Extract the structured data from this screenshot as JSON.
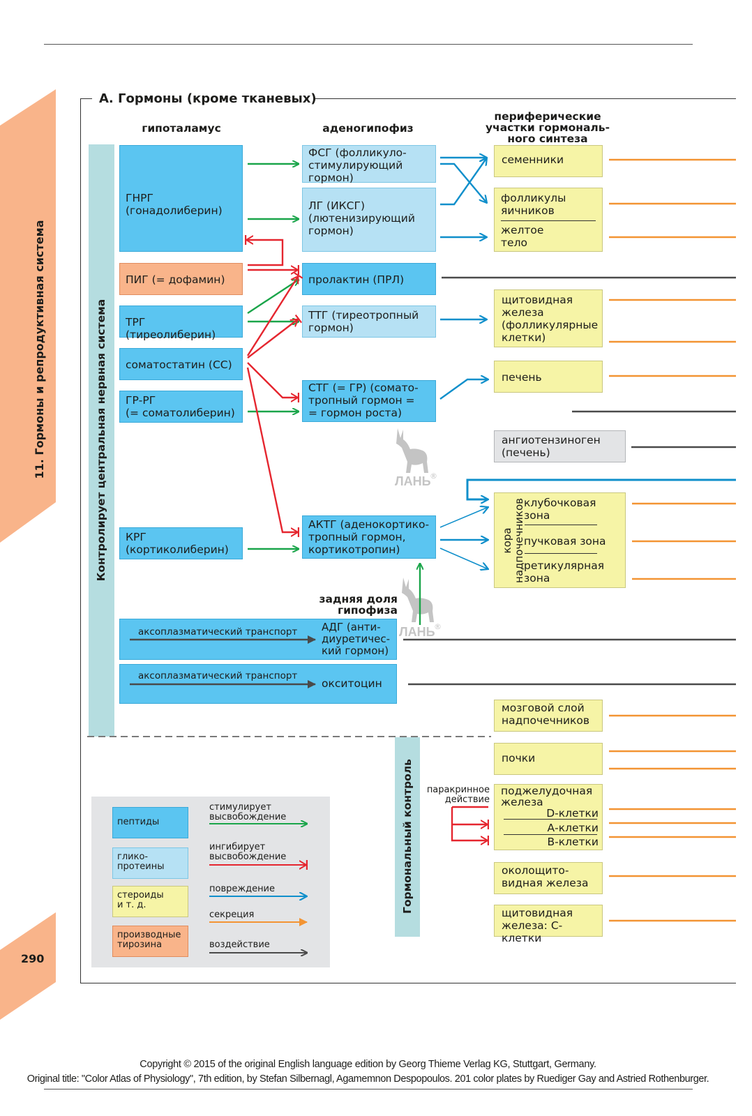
{
  "section_title": "А. Гормоны (кроме тканевых)",
  "chapter_tab": "11. Гормоны и репродуктивная система",
  "page_number": "290",
  "headers": {
    "hypothalamus": "гипоталамус",
    "adenohypophysis": "аденогипофиз",
    "peripheral": "периферические\nучастки гормональ-\nного синтеза",
    "posterior_lobe": "задняя доля\nгипофиза"
  },
  "cns_label": "Контролирует центральная нервная система",
  "hormonal_label": "Гормональный контроль",
  "hypothalamus": {
    "gnrg": "ГНРГ\n(гонадолиберин)",
    "pig": "ПИГ (= дофамин)",
    "trg": "ТРГ (тиреолиберин)",
    "ss": "соматостатин (СС)",
    "grrg": "ГР-РГ\n(= соматолиберин)",
    "krg": "КРГ\n(кортиколиберин)"
  },
  "pituitary": {
    "fsh": "ФСГ (фолликуло-\nстимулирующий\nгормон)",
    "lh": "ЛГ (ИКСГ)\n(лютенизирующий\nгормон)",
    "prl": "пролактин (ПРЛ)",
    "tsh": "ТТГ (тиреотропный\nгормон)",
    "stg": "СТГ (= ГР) (сомато-\nтропный гормон =\n= гормон роста)",
    "acth": "АКТГ (аденокортико-\nтропный гормон,\nкортикотропин)"
  },
  "posterior": {
    "transport1": "аксоплазматический транспорт",
    "adh": "АДГ (анти-\nдиуретичес-\nкий гормон)",
    "transport2": "аксоплазматический транспорт",
    "oxytocin": "окситоцин"
  },
  "peripheral": {
    "testes": "семенники",
    "follicles": "фолликулы\nяичников",
    "corpus_luteum": "желтое\nтело",
    "thyroid_follicular": "щитовидная\nжелеза\n(фолликулярные\nклетки)",
    "liver": "печень",
    "angiotensinogen": "ангиотензиноген\n(печень)",
    "adrenal_cortex": "кора\nнадпочечников",
    "glomerulosa": "клубочковая\nзона",
    "fasciculata": "пучковая зона",
    "reticularis": "ретикулярная\nзона",
    "adrenal_medulla": "мозговой слой\nнадпочечников",
    "kidneys": "почки",
    "pancreas": "поджелудочная\nжелеза",
    "d_cells": "D-клетки",
    "a_cells": "А-клетки",
    "b_cells": "В-клетки",
    "parathyroid": "околощито-\nвидная железа",
    "thyroid_c": "щитовидная\nжелеза: С-клетки",
    "paracrine": "паракринное\nдействие"
  },
  "legend": {
    "peptides": "пептиды",
    "glycoproteins": "глико-\nпротеины",
    "steroids": "стероиды\nи т. д.",
    "tyrosine": "производные\nтирозина",
    "stimulates": "стимулирует\nвысвобождение",
    "inhibits": "ингибирует\nвысвобождение",
    "damage": "повреждение",
    "secretion": "секреция",
    "effect": "воздействие"
  },
  "watermark": "ЛАНЬ",
  "watermark_r": "®",
  "copyright_line1": "Copyright © 2015 of the original English language edition by Georg Thieme Verlag KG, Stuttgart, Germany.",
  "copyright_line2": "Original title: \"Color Atlas of Physiology\", 7th edition, by Stefan Silbernagl, Agamemnon Despopoulos. 201 color plates by Ruediger Gay and Astried Rothenburger.",
  "colors": {
    "peptide": "#5bc5f1",
    "glycoprotein": "#b6e1f4",
    "steroid": "#f6f4a6",
    "tyrosine": "#f9b48a",
    "stimulate": "#1aa54a",
    "inhibit": "#e5262f",
    "damage": "#0f8fcb",
    "secretion": "#f39433",
    "effect": "#4a4a4a",
    "tab": "#f9b48a",
    "cns_bar": "#b5dde0"
  }
}
